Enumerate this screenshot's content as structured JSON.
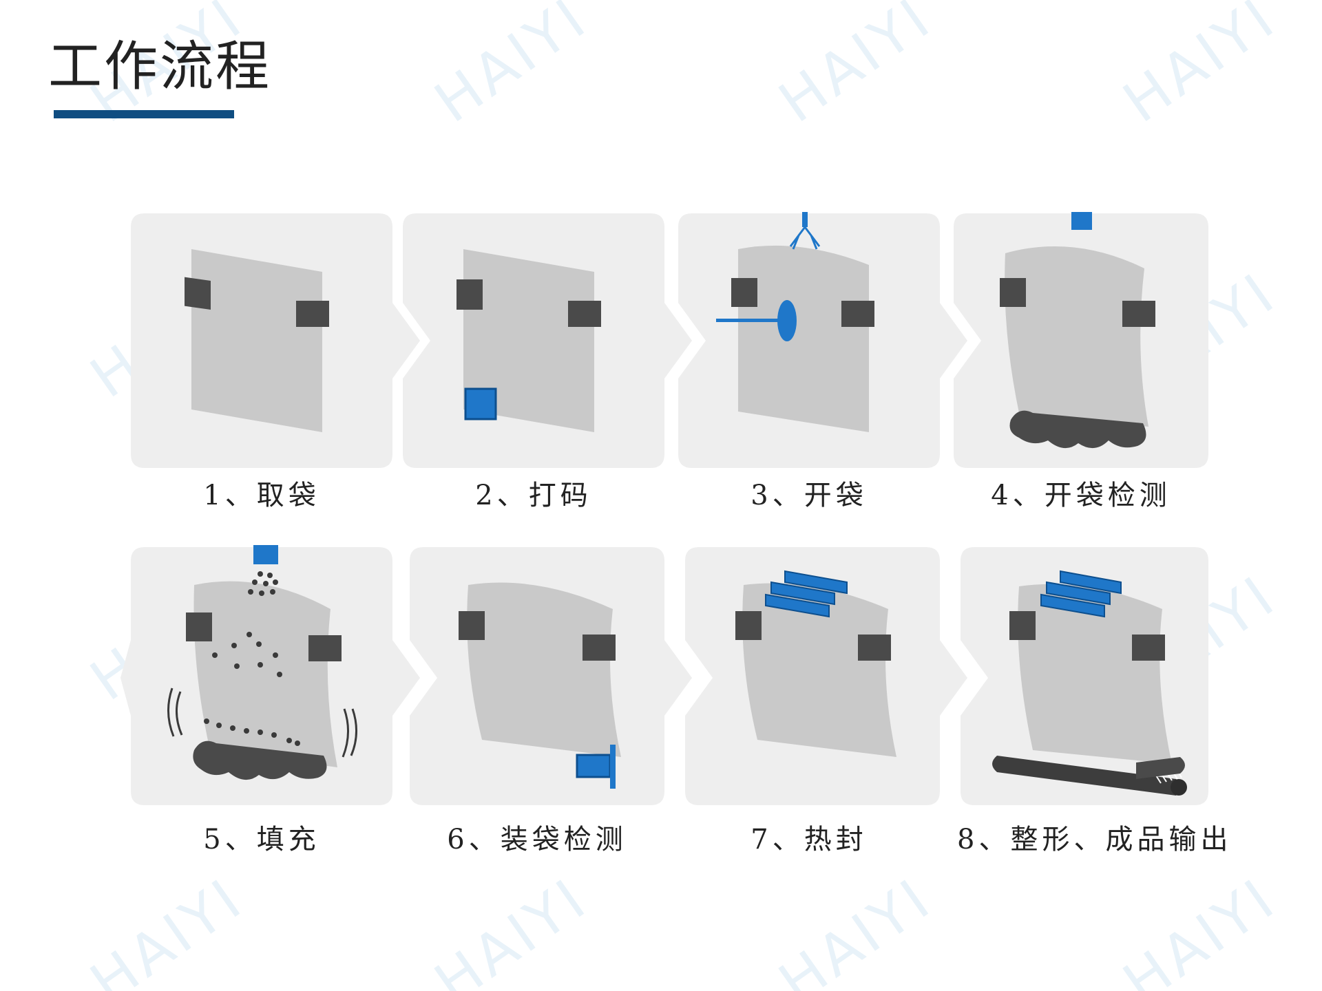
{
  "title": "工作流程",
  "watermark": "HAIYI",
  "colors": {
    "accent": "#0f4d81",
    "blue_part": "#1f77c9",
    "panel": "#eeeeee",
    "bag": "#c8c8c8",
    "clamp": "#4a4a4a"
  },
  "steps": [
    {
      "label": "1、取袋"
    },
    {
      "label": "2、打码"
    },
    {
      "label": "3、开袋"
    },
    {
      "label": "4、开袋检测"
    },
    {
      "label": "5、填充"
    },
    {
      "label": "6、装袋检测"
    },
    {
      "label": "7、热封"
    },
    {
      "label": "8、整形、成品输出"
    }
  ]
}
